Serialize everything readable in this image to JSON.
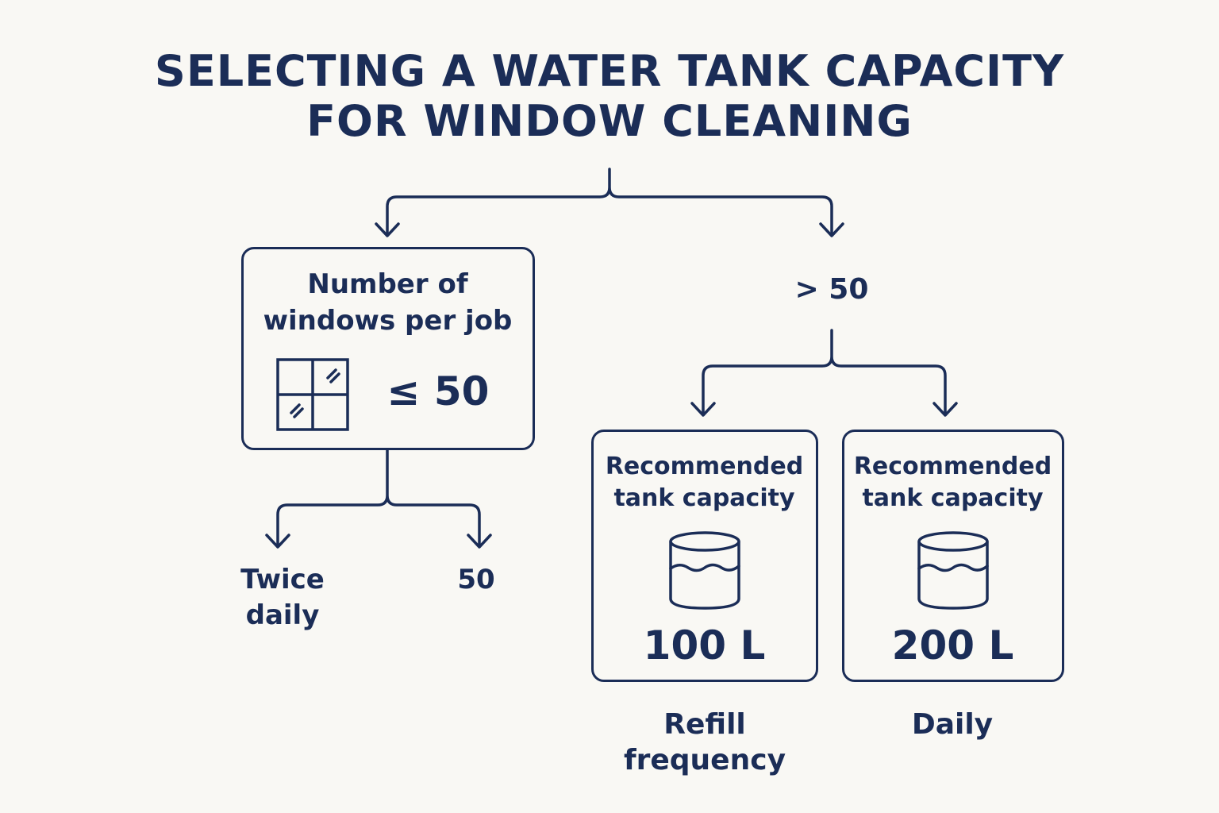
{
  "title": {
    "line1": "SELECTING A WATER TANK CAPACITY",
    "line2": "FOR WINDOW CLEANING"
  },
  "left_branch": {
    "box_title_line1": "Number of",
    "box_title_line2": "windows per job",
    "threshold": "≤ 50",
    "icon": "window-icon",
    "outcome_left_line1": "Twice",
    "outcome_left_line2": "daily",
    "outcome_right": "50"
  },
  "right_branch": {
    "threshold": "> 50",
    "cards": [
      {
        "title_line1": "Recommended",
        "title_line2": "tank capacity",
        "icon": "water-tank-icon",
        "capacity": "100 L",
        "caption_line1": "Refill",
        "caption_line2": "frequency"
      },
      {
        "title_line1": "Recommended",
        "title_line2": "tank capacity",
        "icon": "water-tank-icon",
        "capacity": "200 L",
        "caption_line1": "Daily",
        "caption_line2": ""
      }
    ]
  },
  "colors": {
    "ink": "#1b2d57",
    "background": "#f9f8f4"
  }
}
